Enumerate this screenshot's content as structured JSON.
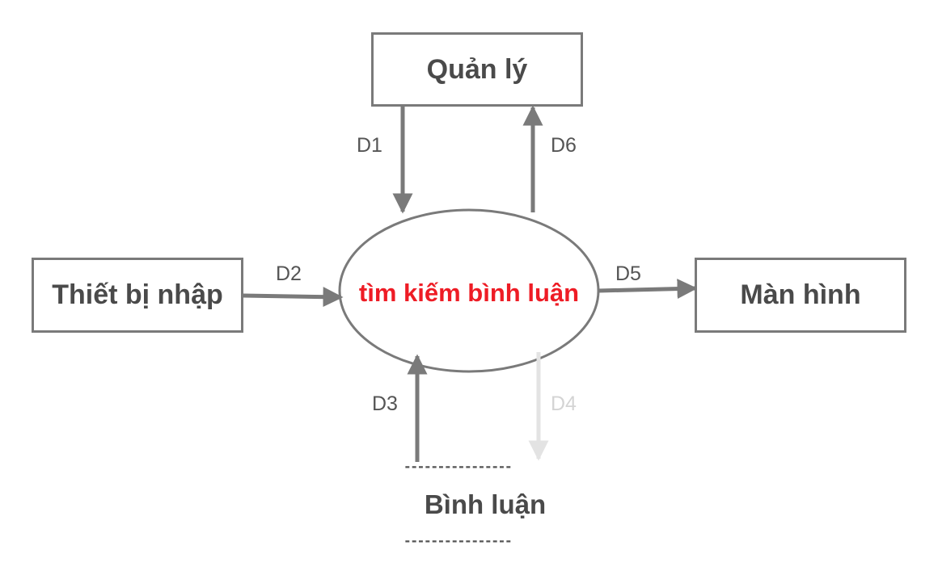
{
  "entities": {
    "top": "Quản lý",
    "left": "Thiết bị nhập",
    "right": "Màn hình"
  },
  "process": {
    "label": "tìm kiếm bình luận",
    "color": "#ee1c25"
  },
  "data_store": {
    "label": "Bình luận",
    "top_line": "----------------",
    "bottom_line": "----------------"
  },
  "flows": {
    "d1": "D1",
    "d2": "D2",
    "d3": "D3",
    "d4": "D4",
    "d5": "D5",
    "d6": "D6"
  },
  "colors": {
    "stroke": "#7a7a7a",
    "faded_flow": "#e3e3e3",
    "text": "#4a4a4a"
  }
}
